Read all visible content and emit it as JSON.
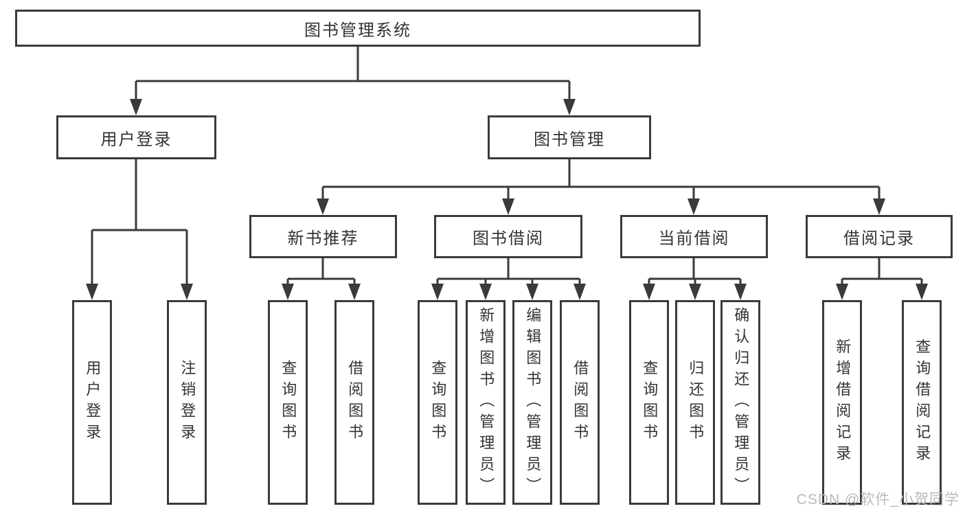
{
  "tree": {
    "root": {
      "label": "图书管理系统"
    },
    "branches": [
      {
        "label": "用户登录",
        "children": [
          "用户登录",
          "注销登录"
        ]
      },
      {
        "label": "图书管理",
        "sections": [
          {
            "label": "新书推荐",
            "children": [
              "查询图书",
              "借阅图书"
            ]
          },
          {
            "label": "图书借阅",
            "children": [
              "查询图书",
              "新增图书（管理员）",
              "编辑图书（管理员）",
              "借阅图书"
            ]
          },
          {
            "label": "当前借阅",
            "children": [
              "查询图书",
              "归还图书",
              "确认归还（管理员）"
            ]
          },
          {
            "label": "借阅记录",
            "children": [
              "新增借阅记录",
              "查询借阅记录"
            ]
          }
        ]
      }
    ]
  },
  "watermark": "CSDN @软件_小贺同学",
  "colors": {
    "line": "#3a3a3a",
    "text": "#333333",
    "background": "#ffffff",
    "watermark": "#b9b9b9"
  }
}
